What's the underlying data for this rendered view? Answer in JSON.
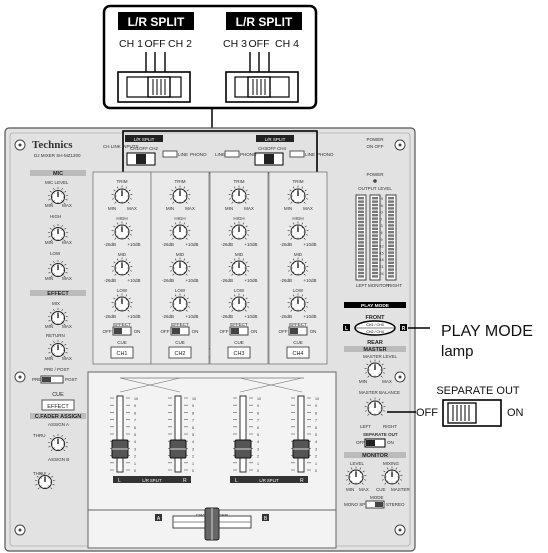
{
  "callout_top": {
    "left": {
      "title": "L/R SPLIT",
      "labels": [
        "CH 1",
        "OFF",
        "CH 2"
      ]
    },
    "right": {
      "title": "L/R SPLIT",
      "labels": [
        "CH 3",
        "OFF",
        "CH 4"
      ]
    }
  },
  "brand": {
    "name": "Technics",
    "model": "DJ MIXER SH-MZ1200"
  },
  "power": {
    "label": "POWER",
    "states": "ON OFF"
  },
  "left_panel": {
    "mic": {
      "title": "MIC",
      "level": "MIC LEVEL",
      "high": "HIGH",
      "low": "LOW",
      "min": "MIN",
      "max": "MAX"
    },
    "effect": {
      "title": "EFFECT",
      "mix": "MIX",
      "return": "RETURN",
      "pre_post": "PRE / POST",
      "pre": "PRE",
      "post": "POST",
      "min": "MIN",
      "max": "MAX"
    },
    "cue_label": "CUE",
    "cue_button": "EFFECT",
    "cf_assign": {
      "title": "C.FADER ASSIGN",
      "a": "ASSIGN A",
      "b": "ASSIGN B",
      "thru": "THRU"
    }
  },
  "cue_link_label": "CH LINK INPUTS",
  "source_labels": [
    "LINE",
    "PHONO",
    "LINE",
    "PHONO",
    "LINE",
    "PHONO"
  ],
  "mini_split": {
    "title": "L/R SPLIT",
    "labels": [
      "CH1",
      "OFF",
      "CH2",
      "CH3",
      "OFF",
      "CH4"
    ]
  },
  "channels": [
    {
      "trim": "TRIM",
      "high": "HIGH",
      "mid": "MID",
      "low": "LOW",
      "effect": "EFFECT",
      "off": "OFF",
      "on": "ON",
      "cue": "CUE",
      "name": "CH1"
    },
    {
      "trim": "TRIM",
      "high": "HIGH",
      "mid": "MID",
      "low": "LOW",
      "effect": "EFFECT",
      "off": "OFF",
      "on": "ON",
      "cue": "CUE",
      "name": "CH2"
    },
    {
      "trim": "TRIM",
      "high": "HIGH",
      "mid": "MID",
      "low": "LOW",
      "effect": "EFFECT",
      "off": "OFF",
      "on": "ON",
      "cue": "CUE",
      "name": "CH3"
    },
    {
      "trim": "TRIM",
      "high": "HIGH",
      "mid": "MID",
      "low": "LOW",
      "effect": "EFFECT",
      "off": "OFF",
      "on": "ON",
      "cue": "CUE",
      "name": "CH4"
    }
  ],
  "knob_range": {
    "min": "MIN",
    "max": "MAX",
    "neg": "-26dB",
    "pos": "+10dB"
  },
  "meter": {
    "title": "OUTPUT LEVEL",
    "power": "POWER",
    "scale": [
      "+9",
      "+6",
      "+3",
      "0",
      "-3",
      "-6",
      "-9",
      "-12",
      "-15",
      "-18",
      "-21",
      "-24"
    ],
    "labels": [
      "LEFT",
      "MONITOR",
      "RIGHT"
    ]
  },
  "play_mode": {
    "title": "PLAY MODE",
    "front": "FRONT",
    "rear": "REAR",
    "l": "L",
    "r": "R",
    "ch1_ch3": "CH1 / CH3",
    "ch2_ch4": "CH2 / CH4"
  },
  "master": {
    "title": "MASTER",
    "level": "MASTER LEVEL",
    "balance": "MASTER BALANCE",
    "left": "LEFT",
    "right": "RIGHT",
    "min": "MIN",
    "max": "MAX",
    "sep_out": "SEPARATE OUT",
    "off": "OFF",
    "on": "ON"
  },
  "monitor": {
    "title": "MONITOR",
    "level": "LEVEL",
    "mixing": "MIXING",
    "min": "MIN",
    "max": "MAX",
    "cue": "CUE",
    "master": "MASTER",
    "mode": "MODE",
    "mono_split": "MONO SPLIT",
    "stereo": "STEREO"
  },
  "fader_split": {
    "l": "L",
    "label": "L/R SPLIT",
    "r": "R"
  },
  "fader_scale": [
    "10",
    "9",
    "8",
    "7",
    "6",
    "5",
    "4",
    "3",
    "2",
    "1",
    "0"
  ],
  "crossfader": {
    "label": "CROSS FADER",
    "a": "A",
    "b": "B"
  },
  "callout_right": {
    "title": "PLAY MODE",
    "subtitle": "lamp"
  },
  "callout_sep": {
    "title": "SEPARATE OUT",
    "off": "OFF",
    "on": "ON"
  }
}
